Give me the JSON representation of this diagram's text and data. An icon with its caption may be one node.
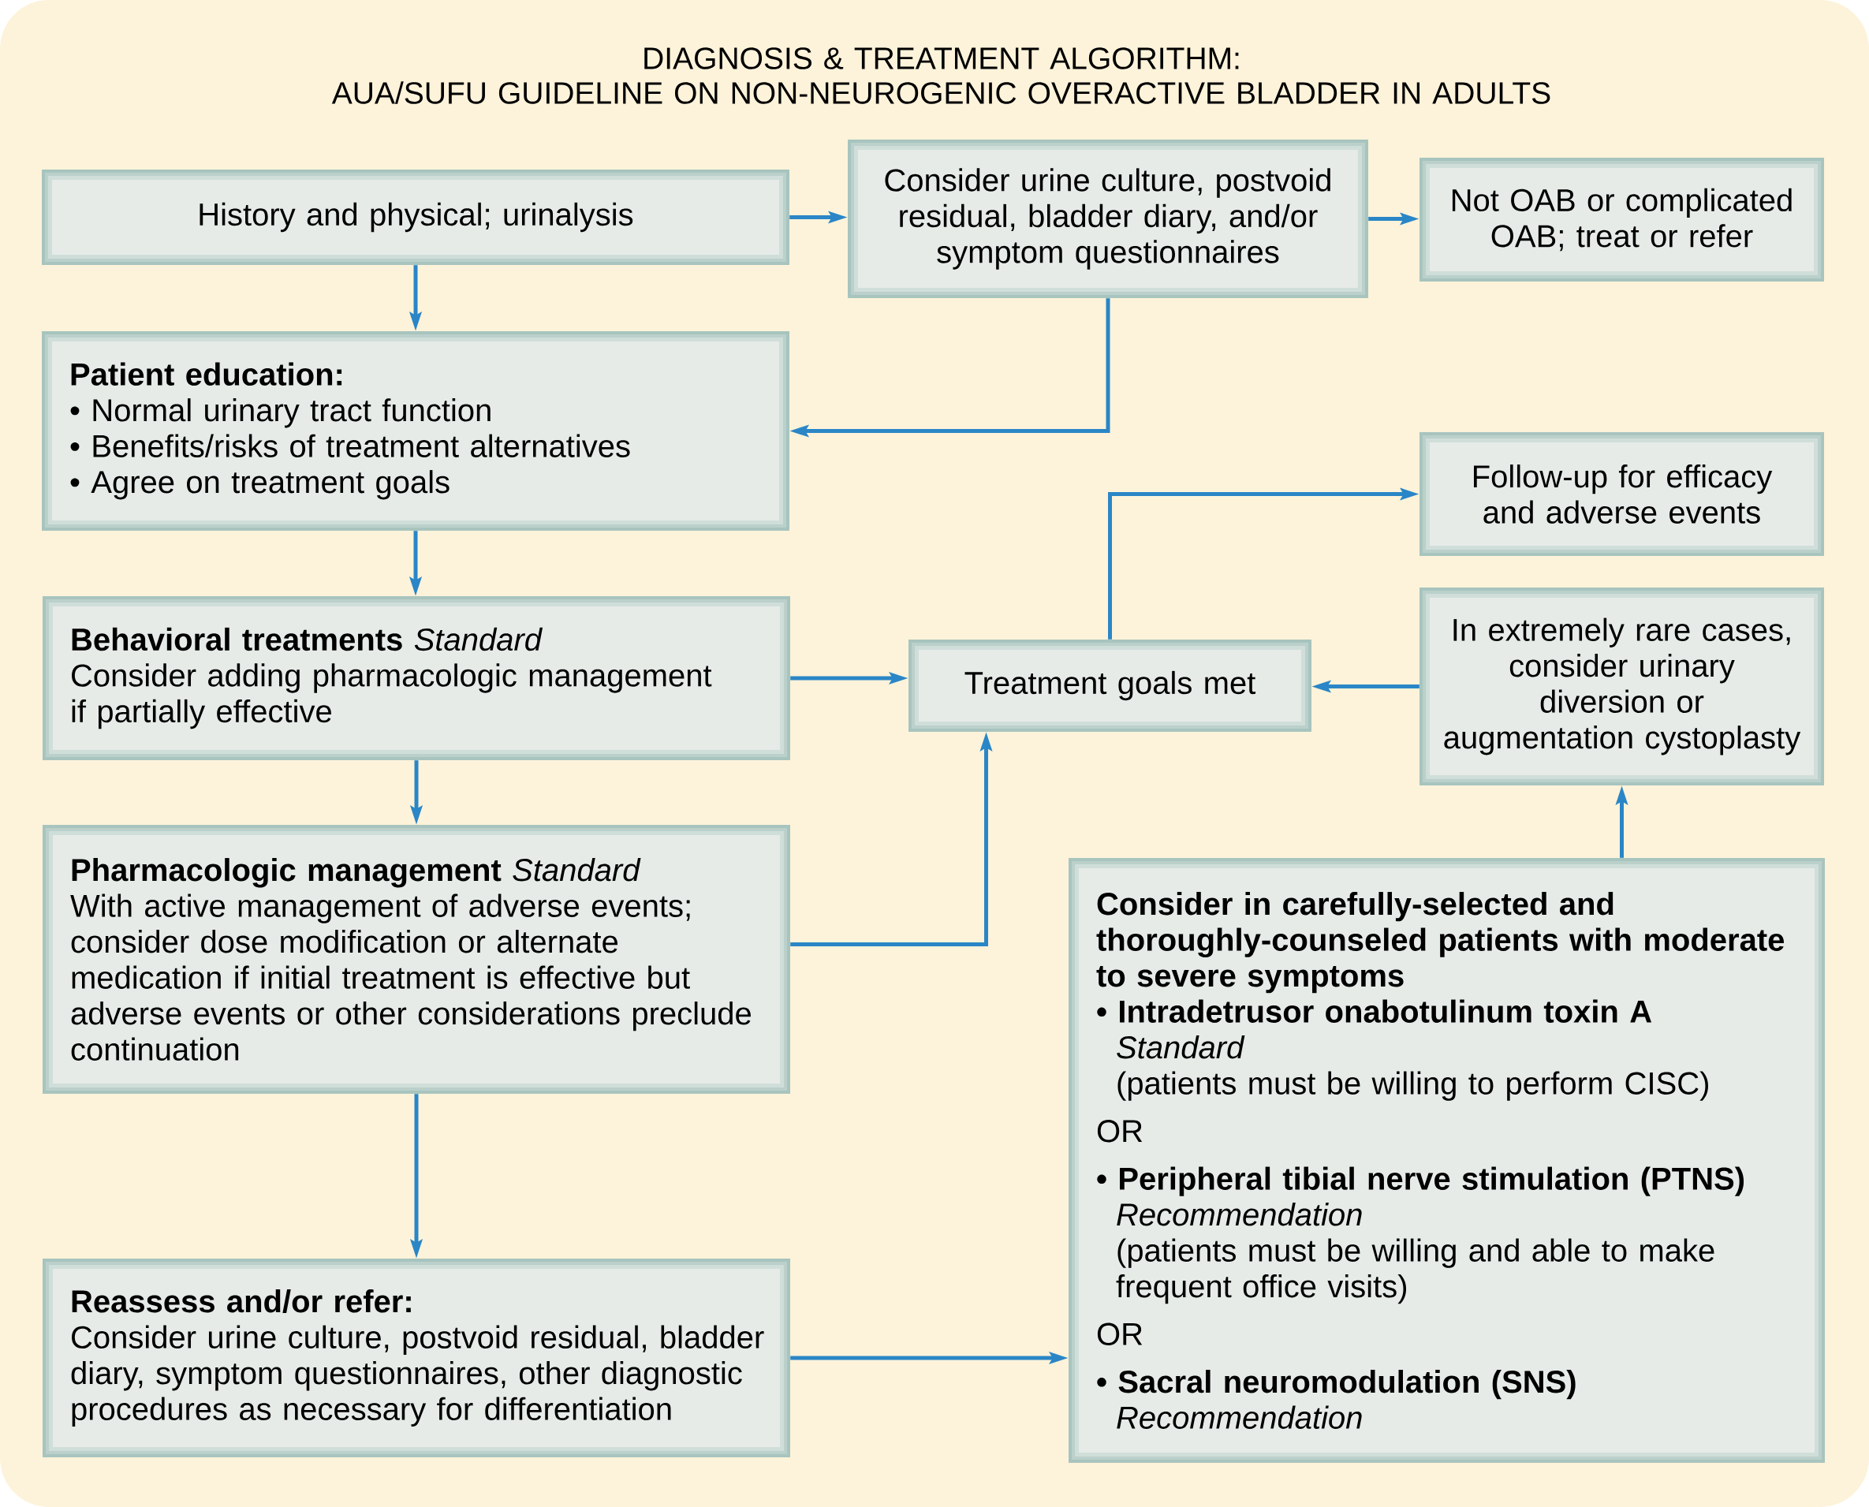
{
  "diagram": {
    "title": "DIAGNOSIS & TREATMENT ALGORITHM: AUA/SUFU GUIDELINE ON NON-NEUROGENIC OVERACTIVE BLADDER IN ADULTS",
    "nodes": [
      {
        "text": [
          "History and physical; urinalysis"
        ]
      },
      {
        "text": [
          "Consider urine culture, postvoid residual, bladder diary, and/or symptom questionnaires"
        ]
      },
      {
        "text": [
          "Not OAB or complicated OAB; treat or refer"
        ]
      },
      {
        "text": [
          "Patient education:",
          "• Normal urinary tract function",
          "• Benefits/risks of treatment alternatives",
          "• Agree on treatment goals"
        ]
      },
      {
        "text": [
          "Follow-up for efficacy and adverse events"
        ]
      },
      {
        "text": [
          "**Behavioral treatments** *Standard*",
          "Consider adding pharmacologic management if partially effective"
        ]
      },
      {
        "text": [
          "Treatment goals met"
        ]
      },
      {
        "text": [
          "In extremely rare cases, consider urinary diversion or augmentation cystoplasty"
        ]
      },
      {
        "text": [
          "**Pharmacologic management** *Standard*",
          "With active management of adverse events; consider dose modification or alternate medication if initial treatment is effective but adverse events or other considerations preclude continuation"
        ]
      },
      {
        "text": [
          "Reassess and/or refer:",
          "Consider urine culture, postvoid residual, bladder diary, symptom questionnaires, other diagnostic procedures as necessary for differentiation"
        ]
      },
      {
        "text": [
          "Consider in carefully-selected and thoroughly-counseled patients with moderate to severe symptoms",
          "• Intradetrusor onabotulinum toxin A",
          "Standard",
          "(patients must be willing to perform CISC)",
          "OR",
          "• Peripheral tibial nerve stimulation (PTNS)",
          "Recommendation",
          "(patients must be willing and able to make frequent office visits)",
          "OR",
          "• Sacral neuromodulation (SNS)",
          "Recommendation"
        ]
      }
    ],
    "edges": [
      {
        "from": 0,
        "to": 1,
        "arrow": "to"
      },
      {
        "from": 0,
        "to": 3,
        "arrow": "to"
      },
      {
        "from": 1,
        "to": 2,
        "arrow": "to"
      },
      {
        "from": 1,
        "to": 3,
        "arrow": "to"
      },
      {
        "from": 3,
        "to": 5,
        "arrow": "to"
      },
      {
        "from": 5,
        "to": 6,
        "arrow": "to"
      },
      {
        "from": 5,
        "to": 8,
        "arrow": "to"
      },
      {
        "from": 6,
        "to": 4,
        "arrow": "to"
      },
      {
        "from": 7,
        "to": 6,
        "arrow": "to"
      },
      {
        "from": 8,
        "to": 6,
        "arrow": "to"
      },
      {
        "from": 8,
        "to": 9,
        "arrow": "to"
      },
      {
        "from": 9,
        "to": 10,
        "arrow": "to"
      },
      {
        "from": 10,
        "to": 7,
        "arrow": "to"
      }
    ]
  }
}
